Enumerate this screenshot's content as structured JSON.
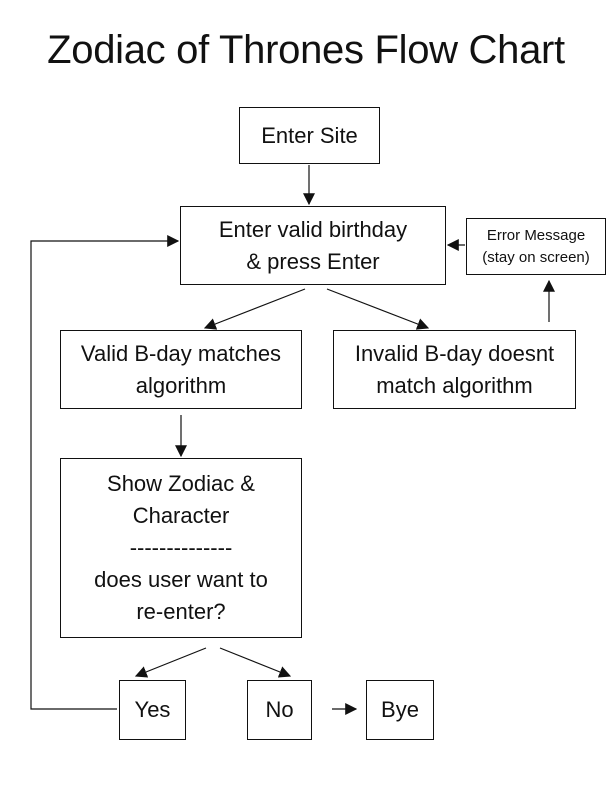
{
  "title": "Zodiac of Thrones Flow Chart",
  "nodes": {
    "enter_site": "Enter Site",
    "enter_birthday": [
      "Enter valid birthday",
      "& press Enter"
    ],
    "error_message": [
      "Error Message",
      "(stay on screen)"
    ],
    "valid_bday": [
      "Valid B-day matches",
      "algorithm"
    ],
    "invalid_bday": [
      "Invalid B-day doesnt",
      "match algorithm"
    ],
    "show_zodiac": [
      "Show Zodiac &",
      "Character",
      "--------------",
      "does user want to",
      "re-enter?"
    ],
    "yes": "Yes",
    "no": "No",
    "bye": "Bye"
  }
}
